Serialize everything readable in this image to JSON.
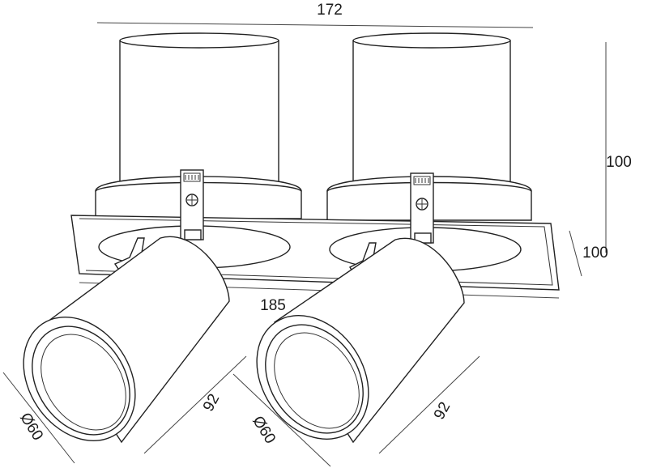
{
  "diagram": {
    "dimensions": {
      "top_width": "172",
      "height": "100",
      "depth": "100",
      "frame_length": "185",
      "diameter_left": "Ø60",
      "length_left": "92",
      "diameter_right": "Ø60",
      "length_right": "92"
    }
  }
}
